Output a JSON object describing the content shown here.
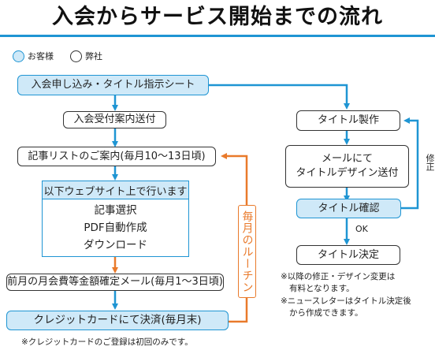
{
  "title": "入会からサービス開始までの流れ",
  "legend": {
    "customer": "お客様",
    "company": "弊社"
  },
  "left_flow": {
    "step1": "入会申し込み・タイトル指示シート",
    "step2": "入会受付案内送付",
    "step3": "記事リストのご案内(毎月10～13日頃)",
    "web_header": "以下ウェブサイト上で行います",
    "web_items": [
      "記事選択",
      "PDF自動作成",
      "ダウンロード"
    ],
    "step5": "前月の月会費等金額確定メール(毎月1～3日頃)",
    "step6": "クレジットカードにて決済(毎月末)",
    "routine": "毎月のルーチン",
    "footnote": "※クレジットカードのご登録は初回のみです。"
  },
  "right_flow": {
    "step1": "タイトル製作",
    "step2_line1": "メールにて",
    "step2_line2": "タイトルデザイン送付",
    "step3": "タイトル確認",
    "ok_label": "OK",
    "step4": "タイトル決定",
    "revise_label": "修正",
    "note1_line1": "※以降の修正・デザイン変更は",
    "note1_line2": "有料となります。",
    "note2_line1": "※ニュースレターはタイトル決定後",
    "note2_line2": "から作成できます。"
  },
  "colors": {
    "blue": "#1f95d3",
    "light_blue": "#cfe9f8",
    "orange": "#e97a2b"
  }
}
